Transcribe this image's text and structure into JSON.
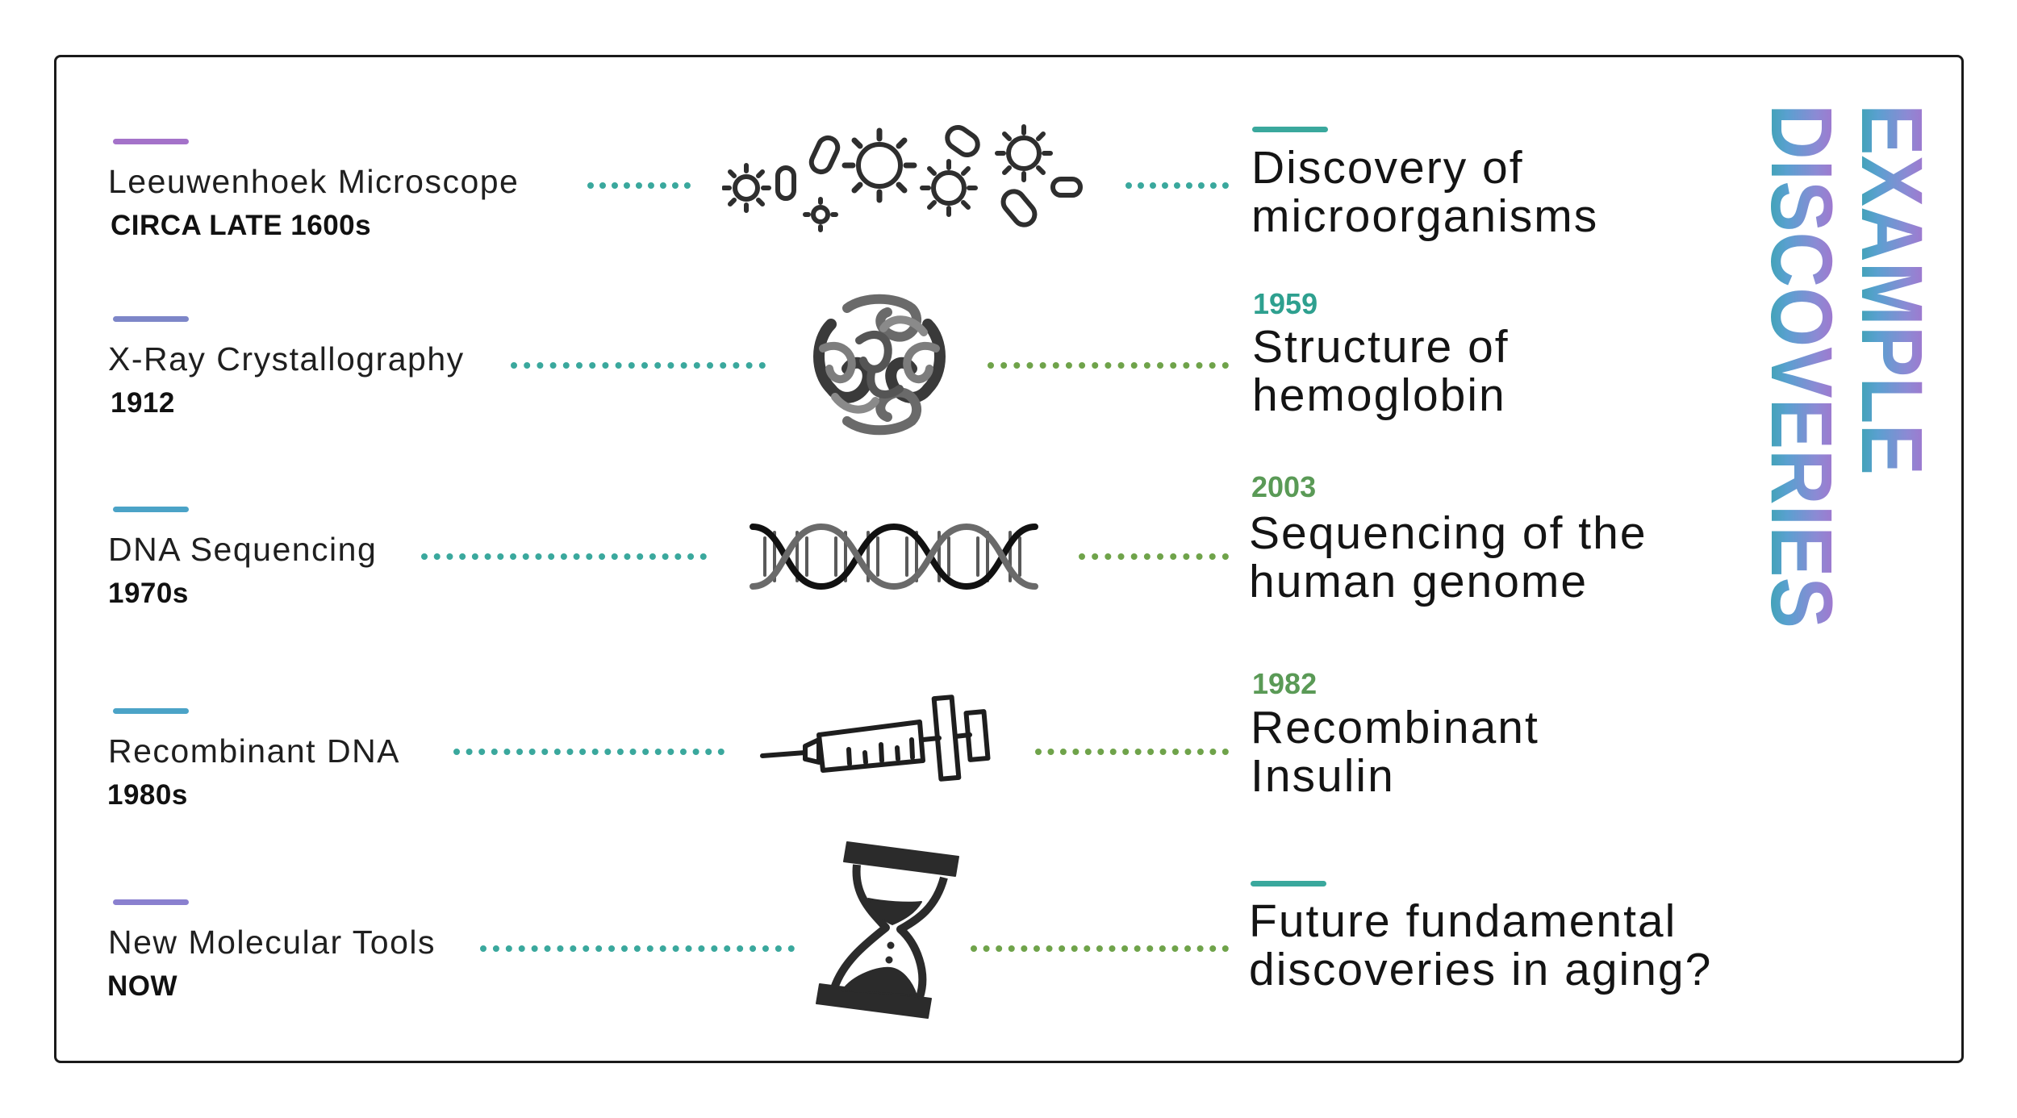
{
  "vertical_title": {
    "line1": "EXAMPLE",
    "line2": "DISCOVERIES"
  },
  "rows": [
    {
      "tool": "Leeuwenhoek Microscope",
      "date": "CIRCA LATE 1600s",
      "icon": "microbes-icon",
      "discovery_year": "",
      "discovery_line1": "Discovery of",
      "discovery_line2": "microorganisms",
      "left_accent_color": "#a472c9",
      "right_accent_color": "#3aa89d"
    },
    {
      "tool": "X-Ray Crystallography",
      "date": "1912",
      "icon": "hemoglobin-icon",
      "discovery_year": "1959",
      "discovery_line1": "Structure of",
      "discovery_line2": "hemoglobin",
      "left_accent_color": "#7d86c8",
      "right_accent_color": "#3aa89d"
    },
    {
      "tool": "DNA Sequencing",
      "date": "1970s",
      "icon": "dna-helix-icon",
      "discovery_year": "2003",
      "discovery_line1": "Sequencing of the",
      "discovery_line2": "human genome",
      "left_accent_color": "#4ba3c7",
      "right_accent_color": "#5aa86a"
    },
    {
      "tool": "Recombinant DNA",
      "date": "1980s",
      "icon": "syringe-icon",
      "discovery_year": "1982",
      "discovery_line1": "Recombinant",
      "discovery_line2": "Insulin",
      "left_accent_color": "#4ba3c7",
      "right_accent_color": "#5aa86a"
    },
    {
      "tool": "New Molecular Tools",
      "date": "NOW",
      "icon": "hourglass-icon",
      "discovery_year": "",
      "discovery_line1": "Future fundamental",
      "discovery_line2": "discoveries in aging?",
      "left_accent_color": "#8a80cf",
      "right_accent_color": "#3aa89d"
    }
  ],
  "colors": {
    "left_dots": "#3aa89d",
    "right_dots_teal": "#3aa89d",
    "right_dots_green": "#6fa34a",
    "year_teal": "#2ea08f",
    "year_green": "#5a9a56",
    "gradient": [
      "#2aa6a0",
      "#5aa0d0",
      "#8c8ad4",
      "#b267c9"
    ]
  }
}
